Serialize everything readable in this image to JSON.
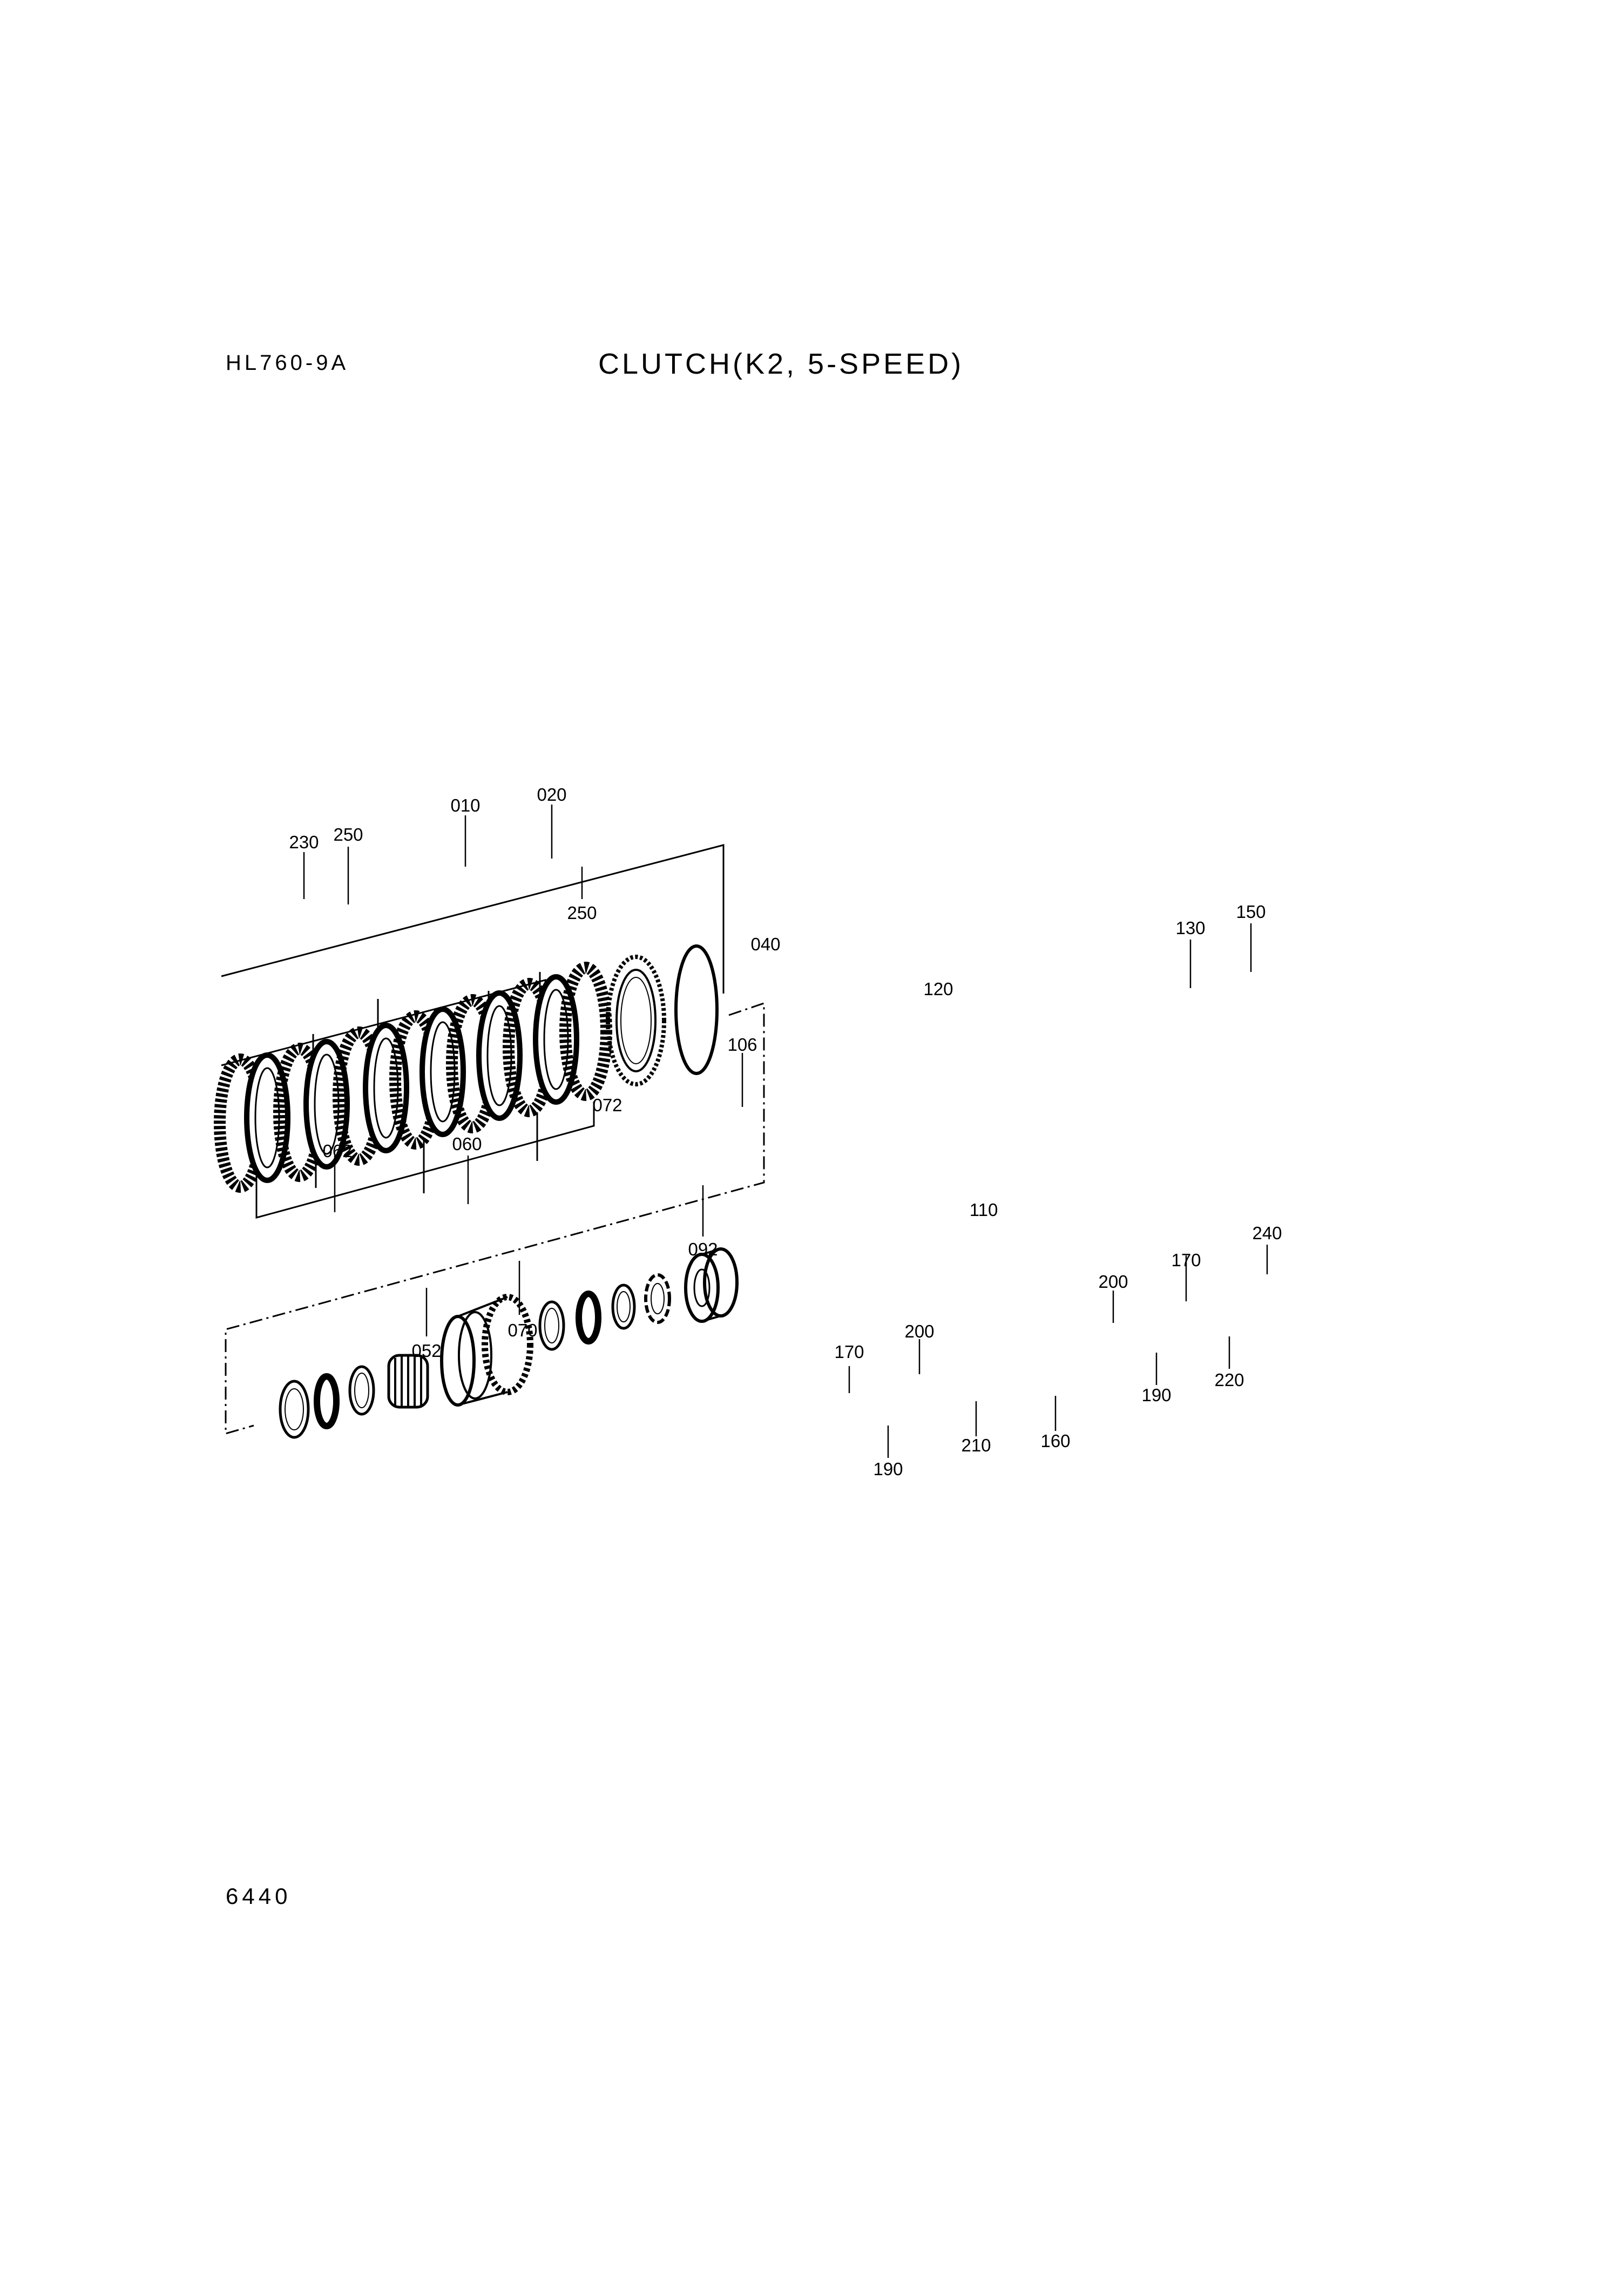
{
  "header": {
    "model": "HL760-9A",
    "title": "CLUTCH(K2, 5-SPEED)"
  },
  "footer": {
    "page_number": "6440"
  },
  "callouts": {
    "c010": "010",
    "c020": "020",
    "c230": "230",
    "c250a": "250",
    "c250b": "250",
    "c040": "040",
    "c106": "106",
    "c072": "072",
    "c060": "060",
    "c062": "062",
    "c092": "092",
    "c052": "052",
    "c070": "070",
    "c120": "120",
    "c130": "130",
    "c150": "150",
    "c110": "110",
    "c240": "240",
    "c170a": "170",
    "c200a": "200",
    "c200b": "200",
    "c170b": "170",
    "c220": "220",
    "c190a": "190",
    "c210": "210",
    "c160": "160",
    "c190b": "190"
  }
}
